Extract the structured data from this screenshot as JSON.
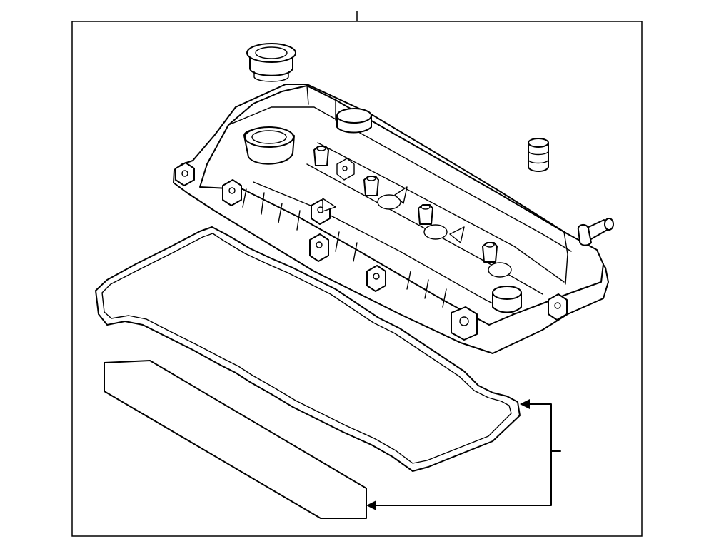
{
  "diagram": {
    "kind": "exploded-parts-diagram",
    "colors": {
      "line": "#000000",
      "background": "#ffffff"
    },
    "components": [
      "valve-cover",
      "oil-filler-cap",
      "spark-plug-tube-seal",
      "vent-fitting",
      "rubber-plug",
      "valve-cover-gasket",
      "spark-plug-seal-strip"
    ],
    "callouts": {
      "count": 3,
      "labels_shown": false
    }
  }
}
